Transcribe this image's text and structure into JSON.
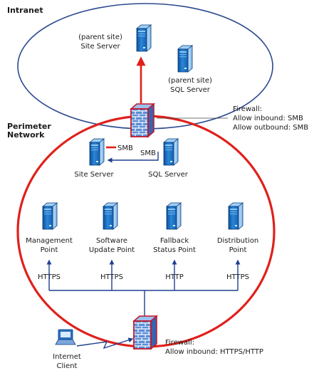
{
  "zones": {
    "intranet": "Intranet",
    "perimeter_line1": "Perimeter",
    "perimeter_line2": "Network"
  },
  "intranet_servers": {
    "site_server_line1": "(parent site)",
    "site_server_line2": "Site Server",
    "sql_server_line1": "(parent site)",
    "sql_server_line2": "SQL Server"
  },
  "top_firewall": {
    "line1": "Firewall:",
    "line2": "Allow inbound: SMB",
    "line3": "Allow outbound: SMB"
  },
  "perimeter_servers": {
    "site_server": "Site Server",
    "sql_server": "SQL Server",
    "smb_label_1": "SMB",
    "smb_label_2": "SMB"
  },
  "roles": [
    {
      "line1": "Management",
      "line2": "Point",
      "protocol": "HTTPS"
    },
    {
      "line1": "Software",
      "line2": "Update Point",
      "protocol": "HTTPS"
    },
    {
      "line1": "Fallback",
      "line2": "Status Point",
      "protocol": "HTTP"
    },
    {
      "line1": "Distribution",
      "line2": "Point",
      "protocol": "HTTPS"
    }
  ],
  "bottom_firewall": {
    "line1": "Firewall:",
    "line2": "Allow inbound: HTTPS/HTTP"
  },
  "client": {
    "line1": "Internet",
    "line2": "Client"
  },
  "colors": {
    "accent_red": "#e0201b",
    "connector_blue": "#1f3f8f",
    "server_blue": "#1e6fc0"
  }
}
